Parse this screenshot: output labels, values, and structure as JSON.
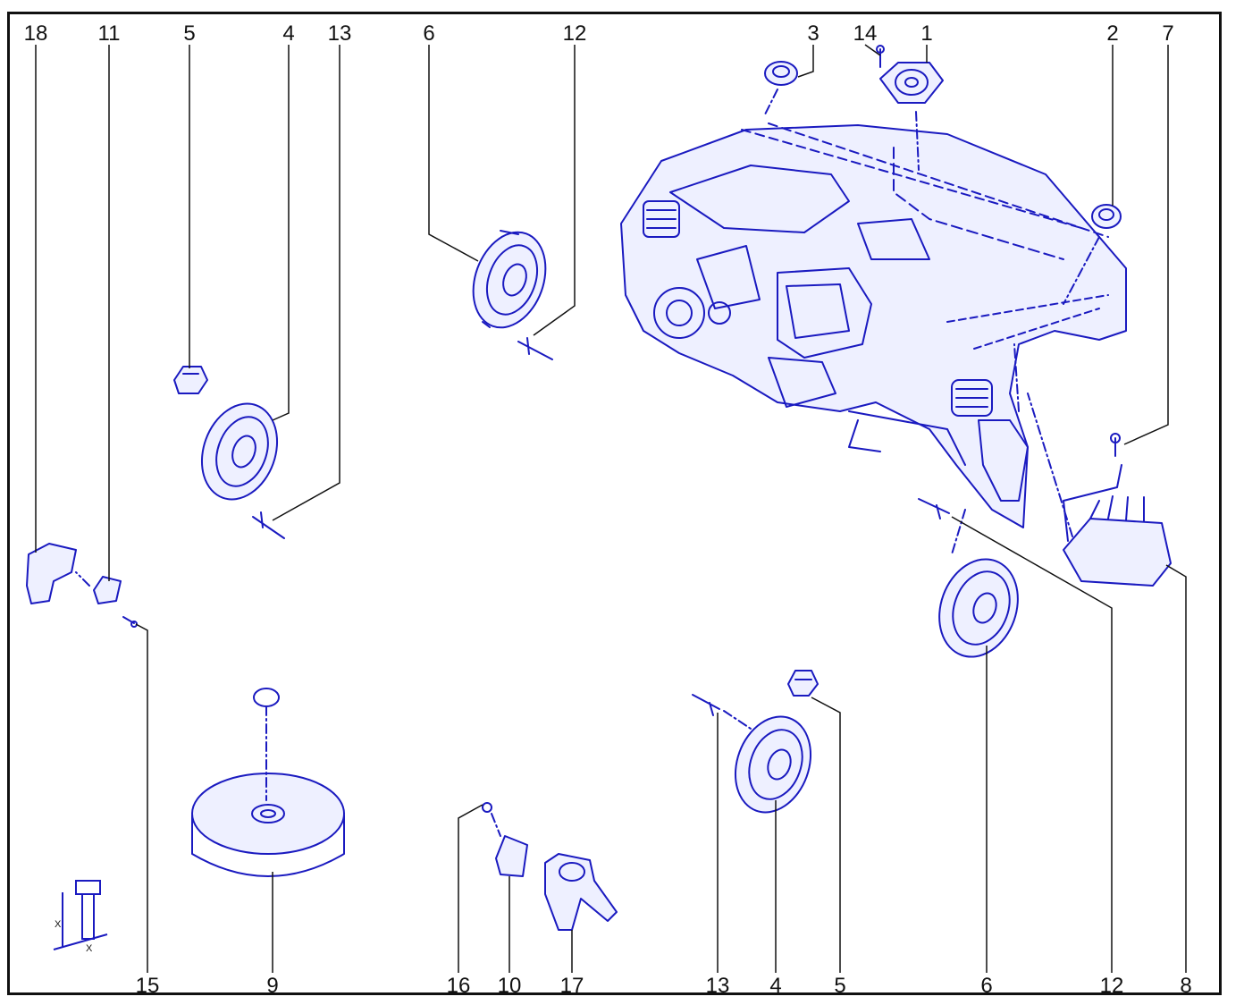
{
  "diagram": {
    "callouts": [
      "18",
      "11",
      "5",
      "4",
      "13",
      "6",
      "12",
      "3",
      "14",
      "1",
      "2",
      "7",
      "8",
      "6",
      "12",
      "5",
      "4",
      "13",
      "17",
      "10",
      "16",
      "9",
      "15"
    ],
    "colors": {
      "line": "#1a1ac0",
      "leader": "#111111",
      "fill": "#eef0ff",
      "frame": "#111111"
    },
    "fastener_detail": {
      "dim_a": "X",
      "dim_b": "X"
    }
  }
}
